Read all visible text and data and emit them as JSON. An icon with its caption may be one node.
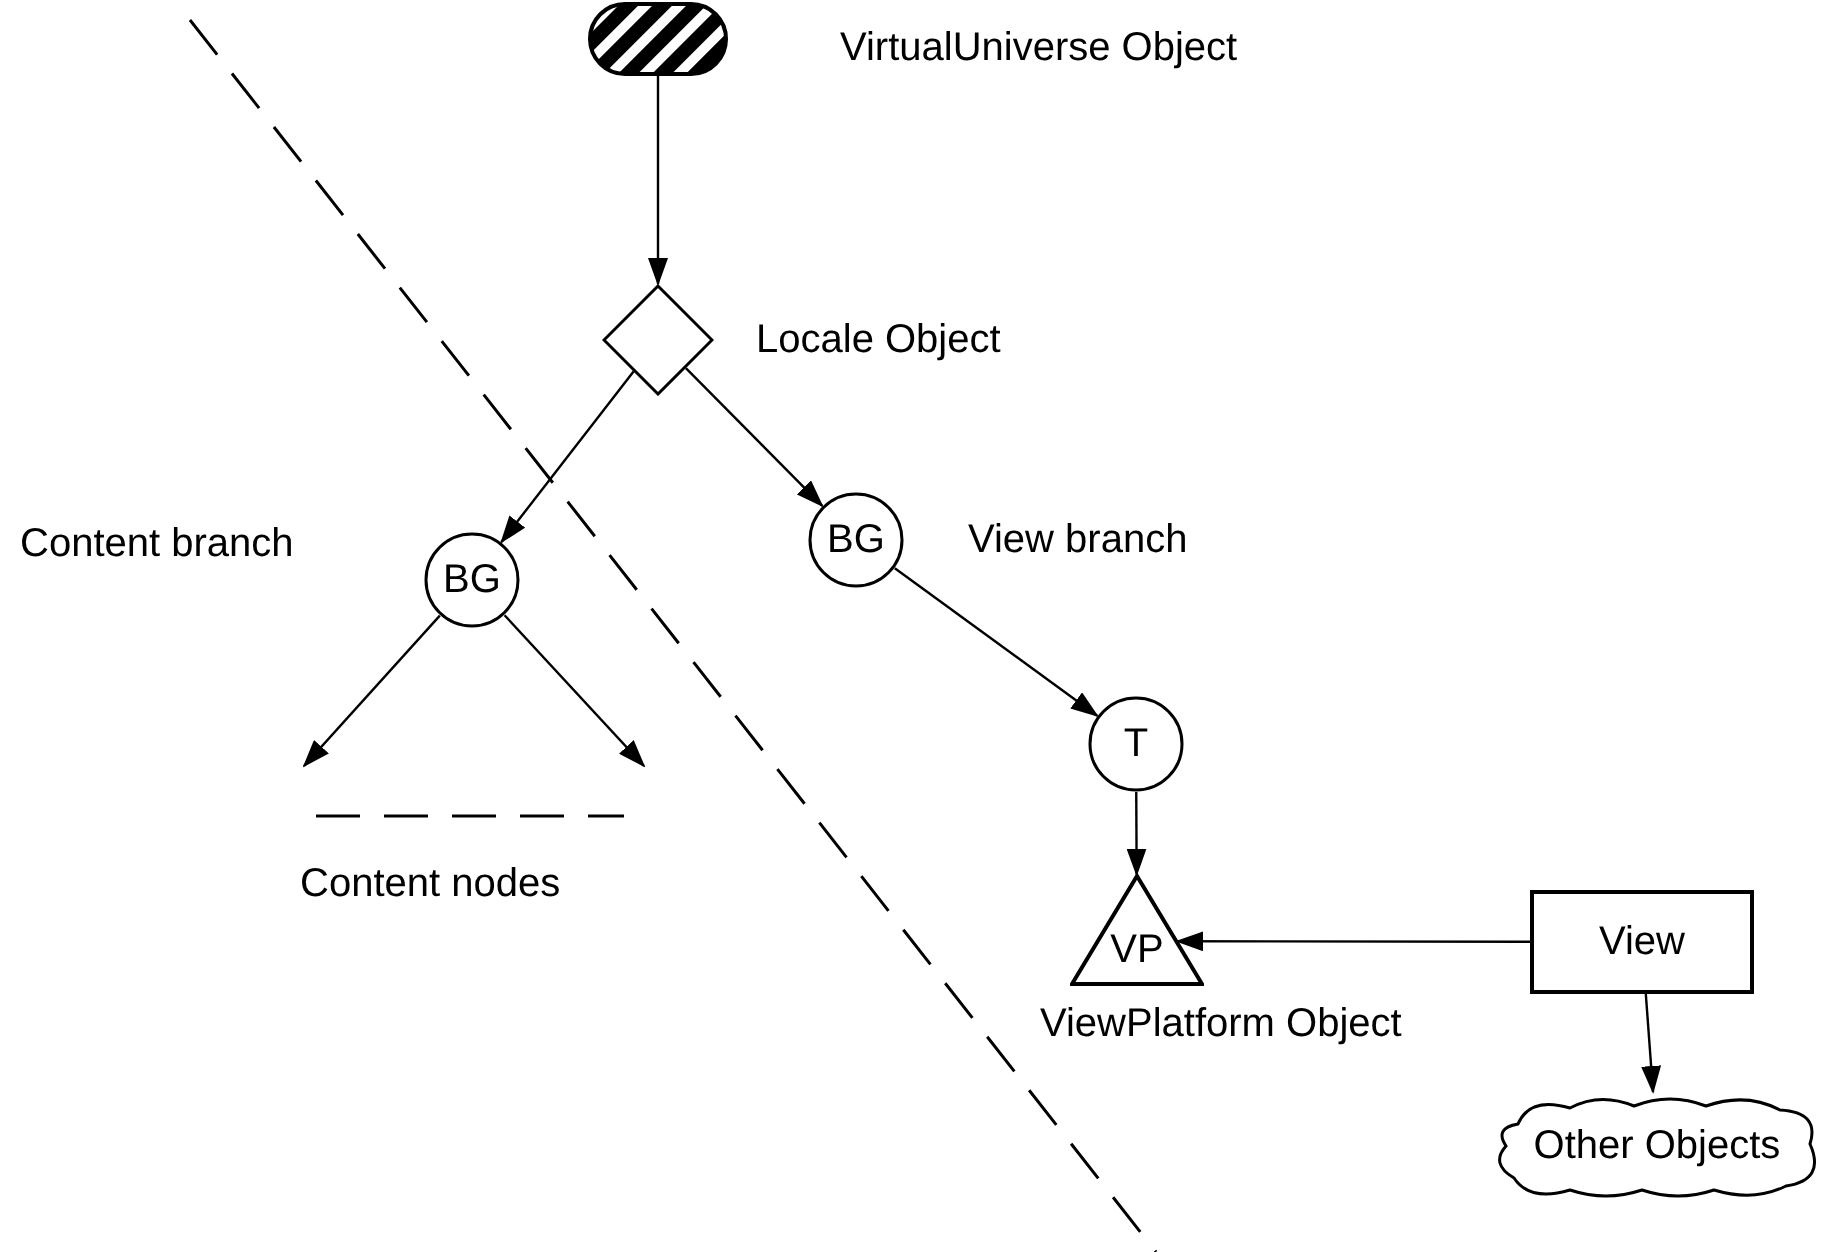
{
  "diagram": {
    "nodes": [
      {
        "text": [],
        "shape": "box",
        "beside": [
          "VirtualUniverse Object"
        ]
      },
      {
        "text": [],
        "shape": "diamond",
        "beside": [
          "Locale Object"
        ]
      },
      {
        "text": [
          "BG"
        ],
        "beside": [
          "Content branch"
        ]
      },
      {
        "text": [
          "BG"
        ],
        "beside": [
          "View branch"
        ]
      },
      {
        "text": [
          "T"
        ]
      },
      {
        "text": [
          "VP"
        ],
        "beside": [
          "ViewPlatform Object"
        ]
      },
      {
        "text": [
          "View"
        ]
      },
      {
        "text": [
          "Other Objects"
        ]
      }
    ],
    "edges": [
      {
        "from": 0,
        "to": 1,
        "arrow": "to"
      },
      {
        "from": 1,
        "to": 2,
        "arrow": "to"
      },
      {
        "from": 1,
        "to": 3,
        "arrow": "to"
      },
      {
        "from": 2,
        "to": null,
        "arrow": "to"
      },
      {
        "from": 2,
        "to": null,
        "arrow": "to"
      },
      {
        "from": 3,
        "to": 4,
        "arrow": "to"
      },
      {
        "from": 4,
        "to": 5,
        "arrow": "to"
      },
      {
        "from": 6,
        "to": 5,
        "arrow": "to"
      },
      {
        "from": 6,
        "to": 7,
        "arrow": "to"
      }
    ],
    "labels": [
      "Content nodes"
    ]
  }
}
